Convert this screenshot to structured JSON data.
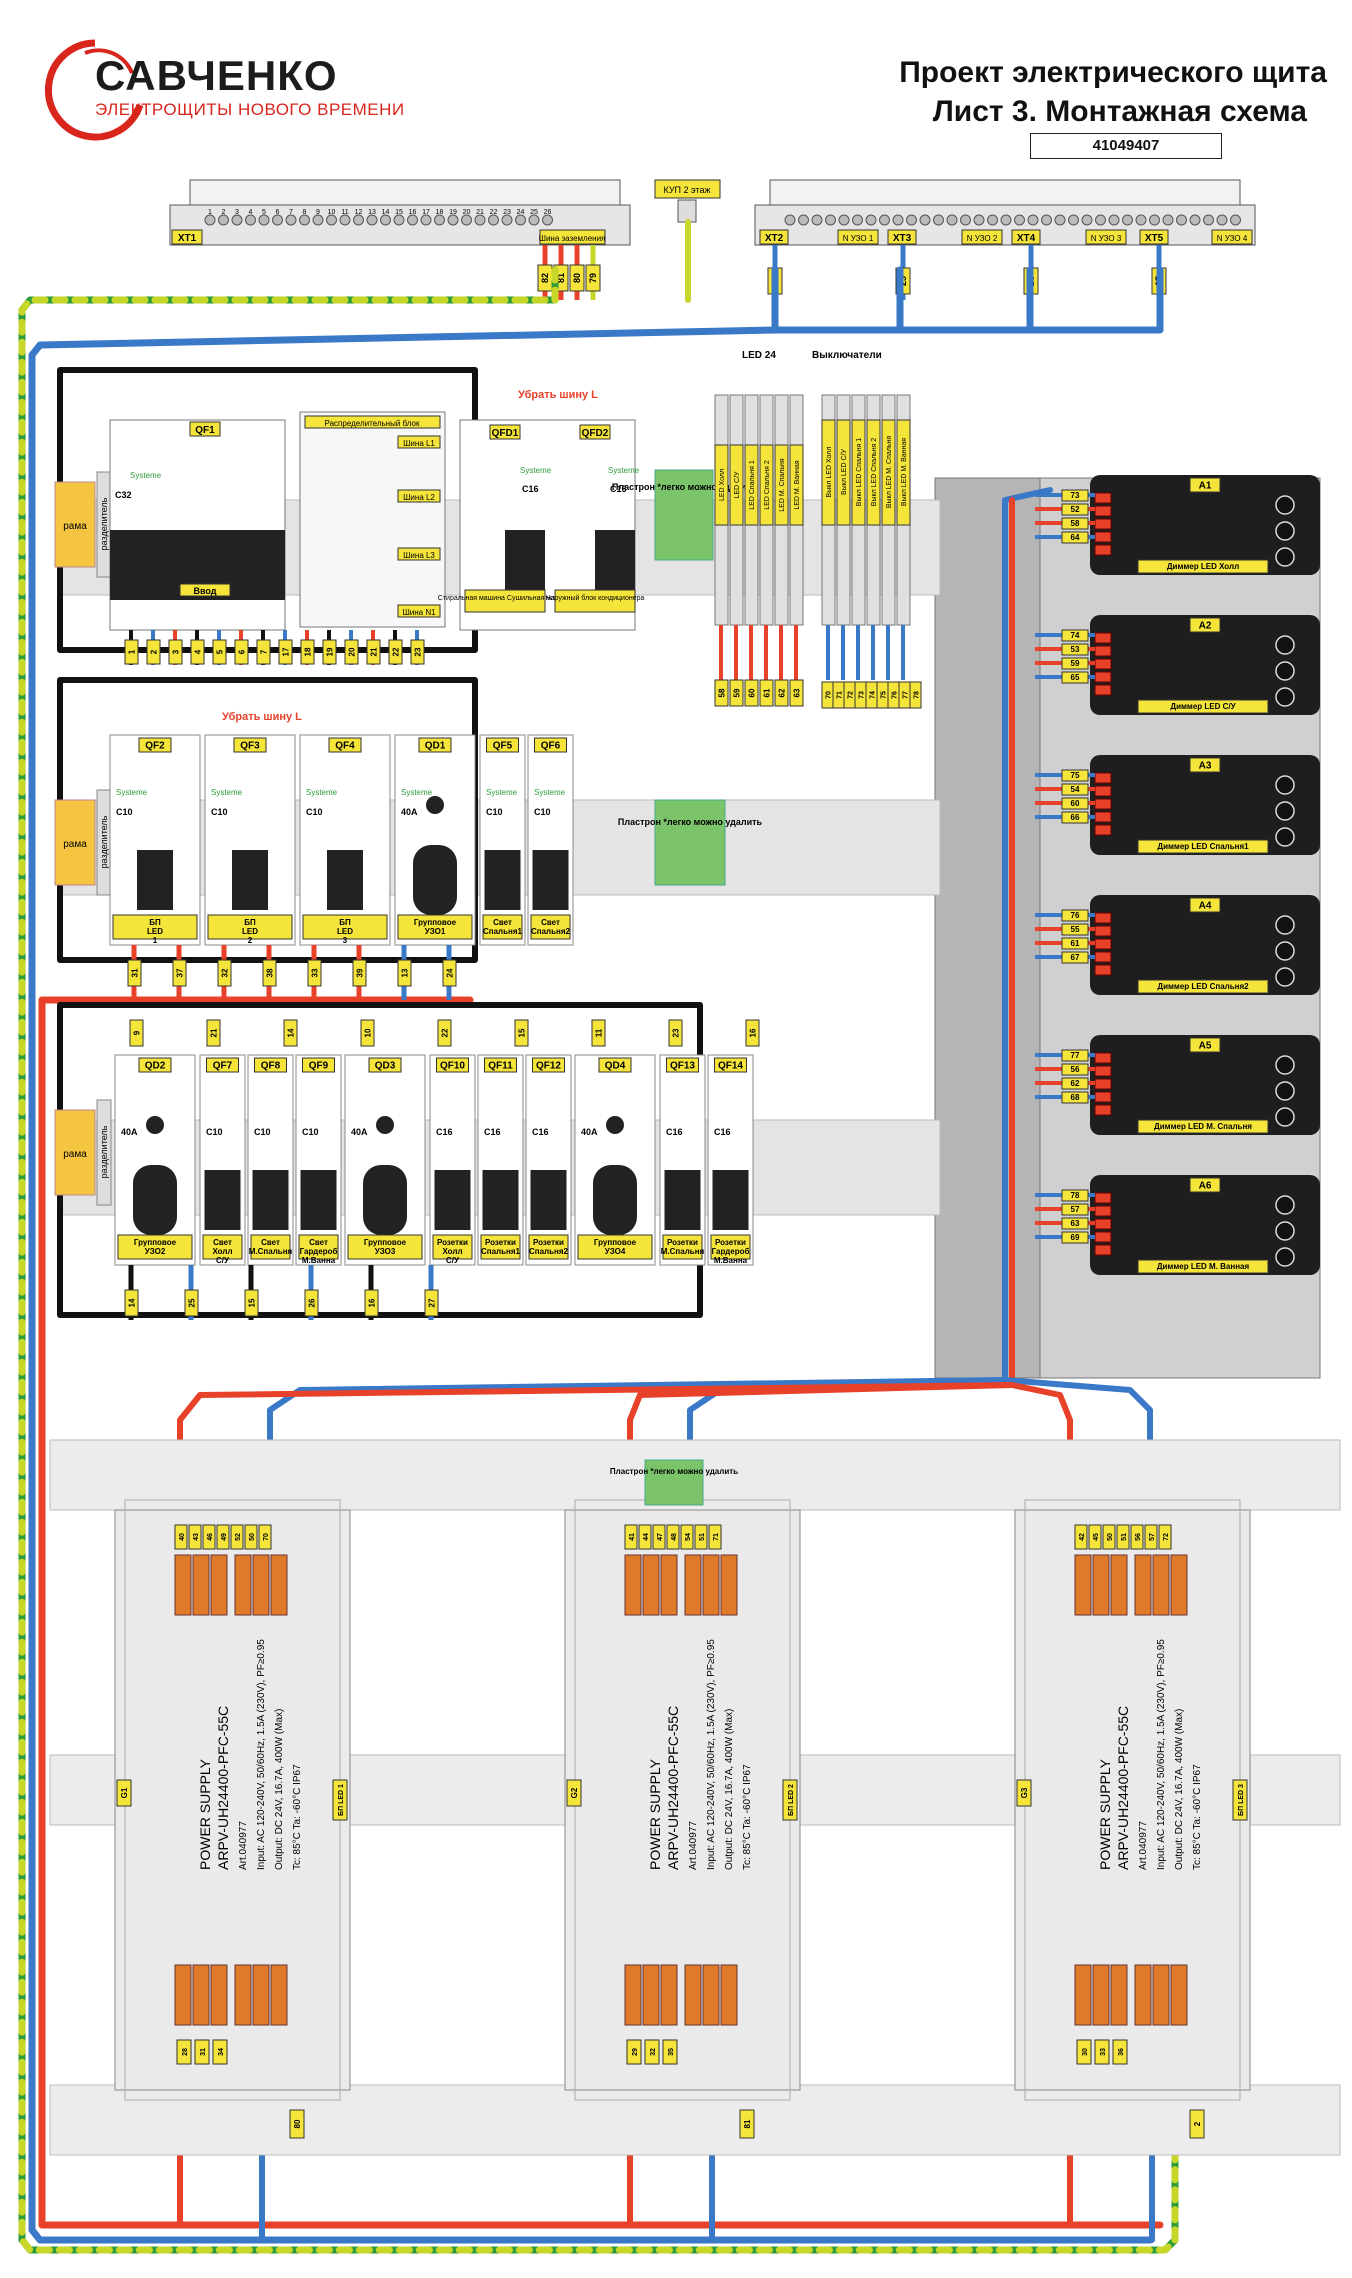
{
  "brand": {
    "name": "САВЧЕНКО",
    "tagline": "ЭЛЕКТРОЩИТЫ НОВОГО ВРЕМЕНИ"
  },
  "title": {
    "line1": "Проект электрического щита",
    "line2": "Лист 3. Монтажная схема",
    "project_no": "41049407"
  },
  "colors": {
    "red": "#e8412a",
    "blue": "#3a78c8",
    "black": "#111111",
    "green_yellow": "#c8d62a",
    "label": "#f5e53a",
    "frame": "#f5c542",
    "panel_dark": "#1e1e1e",
    "din_rail": "#b8b8b8"
  },
  "terminals": {
    "xt1": "XT1",
    "ground_bus": "Шина заземления",
    "kup": "КУП 2 этаж",
    "xt2": "XT2",
    "xt3": "XT3",
    "xt4": "XT4",
    "xt5": "XT5",
    "n_uzo1": "N УЗО 1",
    "n_uzo2": "N УЗО 2",
    "n_uzo3": "N УЗО 3",
    "n_uzo4": "N УЗО 4",
    "led24": "LED 24",
    "switches": "Выключатели",
    "xt1_nums": [
      "1",
      "2",
      "3",
      "4",
      "5",
      "6",
      "7",
      "8",
      "9",
      "10",
      "11",
      "12",
      "13",
      "14",
      "15",
      "16",
      "17",
      "18",
      "19",
      "20",
      "21",
      "22",
      "23",
      "24",
      "25",
      "26"
    ],
    "ground_wires": [
      "82",
      "81",
      "80",
      "79"
    ],
    "right_wires": [
      "24",
      "25",
      "26",
      "27"
    ]
  },
  "row1": {
    "frame": "рама",
    "separator": "разделитель",
    "qf1": {
      "tag": "QF1",
      "brand": "Systeme",
      "type": "C32",
      "label": "Ввод"
    },
    "dist_block": "Распределительный блок",
    "bus_labels": [
      "Шина L1",
      "Шина L2",
      "Шина L3",
      "Шина N1"
    ],
    "qfd1": {
      "tag": "QFD1",
      "brand": "Systeme",
      "type": "C16",
      "label": "Стиральная машина Сушильная машина"
    },
    "qfd2": {
      "tag": "QFD2",
      "brand": "Systeme",
      "type": "C16",
      "label": "Наружный блок кондиционера"
    },
    "remove_bus": "Убрать шину L",
    "plastron": "Пластрон *легко можно удалить",
    "led_terms": [
      "LED Холл",
      "LED С/У",
      "LED Спальня 1",
      "LED Спальня 2",
      "LED М. Спальня",
      "LED М. Ванная"
    ],
    "sw_terms": [
      "Выкл LED Холл",
      "Выкл LED С/У",
      "Выкл LED Спальня 1",
      "Выкл LED Спальня 2",
      "Выкл LED М. Спальня",
      "Выкл LED М. Ванная"
    ],
    "top_wires": [
      "58",
      "59",
      "60",
      "61",
      "62",
      "63"
    ],
    "bottom_wires": [
      "64",
      "65",
      "66",
      "67",
      "68",
      "69"
    ],
    "bot2_wires": [
      "70",
      "71",
      "72",
      "73",
      "74",
      "75",
      "76",
      "77",
      "78"
    ],
    "out_wires": [
      "1",
      "2",
      "3",
      "4",
      "5",
      "6",
      "7",
      "17",
      "18",
      "19",
      "20",
      "21",
      "22",
      "23"
    ]
  },
  "row2": {
    "qf2": {
      "tag": "QF2",
      "brand": "Systeme",
      "type": "C10",
      "label": "БП LED 1"
    },
    "qf3": {
      "tag": "QF3",
      "brand": "Systeme",
      "type": "C10",
      "label": "БП LED 2"
    },
    "qf4": {
      "tag": "QF4",
      "brand": "Systeme",
      "type": "C10",
      "label": "БП LED 3"
    },
    "qd1": {
      "tag": "QD1",
      "brand": "Systeme",
      "type": "40A",
      "label": "Групповое УЗО1"
    },
    "qf5": {
      "tag": "QF5",
      "brand": "Systeme",
      "type": "C10",
      "label": "Свет Спальня1"
    },
    "qf6": {
      "tag": "QF6",
      "brand": "Systeme",
      "type": "C10",
      "label": "Свет Спальня2"
    },
    "remove_bus": "Убрать шину L",
    "plastron": "Пластрон *легко можно удалить",
    "bottom_wires": [
      "31",
      "37",
      "32",
      "38",
      "33",
      "39",
      "13",
      "24"
    ]
  },
  "row3": {
    "qd2": {
      "tag": "QD2",
      "type": "40A",
      "label": "Групповое УЗО2"
    },
    "qf7": {
      "tag": "QF7",
      "type": "C10",
      "label": "Свет Холл С/У"
    },
    "qf8": {
      "tag": "QF8",
      "type": "C10",
      "label": "Свет М.Спальня"
    },
    "qf9": {
      "tag": "QF9",
      "type": "C10",
      "label": "Свет Гардероб М.Ванна"
    },
    "qd3": {
      "tag": "QD3",
      "type": "40A",
      "label": "Групповое УЗО3"
    },
    "qf10": {
      "tag": "QF10",
      "type": "C16",
      "label": "Розетки Холл С/У"
    },
    "qf11": {
      "tag": "QF11",
      "type": "C16",
      "label": "Розетки Спальня1"
    },
    "qf12": {
      "tag": "QF12",
      "type": "C16",
      "label": "Розетки Спальня2"
    },
    "qd4": {
      "tag": "QD4",
      "type": "40A",
      "label": "Групповое УЗО4"
    },
    "qf13": {
      "tag": "QF13",
      "type": "C16",
      "label": "Розетки М.Спальня"
    },
    "qf14": {
      "tag": "QF14",
      "type": "C16",
      "label": "Розетки Гардероб М.Ванна"
    },
    "top_wires": [
      "9",
      "21",
      "14",
      "10",
      "22",
      "15",
      "11",
      "23",
      "16"
    ],
    "bottom_wires": [
      "14",
      "25",
      "15",
      "26",
      "16",
      "27"
    ]
  },
  "dimmers": [
    {
      "tag": "A1",
      "label": "Диммер LED Холл",
      "wires": [
        "73",
        "52",
        "58",
        "64"
      ]
    },
    {
      "tag": "A2",
      "label": "Диммер LED С/У",
      "wires": [
        "74",
        "53",
        "59",
        "65"
      ]
    },
    {
      "tag": "A3",
      "label": "Диммер LED Спальня1",
      "wires": [
        "75",
        "54",
        "60",
        "66"
      ]
    },
    {
      "tag": "A4",
      "label": "Диммер LED Спальня2",
      "wires": [
        "76",
        "55",
        "61",
        "67"
      ]
    },
    {
      "tag": "A5",
      "label": "Диммер LED М. Спальня",
      "wires": [
        "77",
        "56",
        "62",
        "68"
      ]
    },
    {
      "tag": "A6",
      "label": "Диммер LED М. Ванная",
      "wires": [
        "78",
        "57",
        "63",
        "69"
      ]
    }
  ],
  "psus": [
    {
      "tag": "G1",
      "bp": "БП LED 1",
      "model": "ARPV-UH24400-PFC-55C",
      "art": "Art.040977",
      "title": "POWER SUPPLY",
      "spec1": "Input: AC 120-240V, 50/60Hz, 1.5A (230V), PF≥0.95",
      "spec2": "Output: DC 24V, 16.7A, 400W (Max)",
      "spec3": "Tc: 85°C Ta: -60°C IP67",
      "top_wires": [
        "40",
        "43",
        "46",
        "49",
        "52",
        "50",
        "70"
      ],
      "bot_wires": [
        "28",
        "31",
        "34"
      ]
    },
    {
      "tag": "G2",
      "bp": "БП LED 2",
      "model": "ARPV-UH24400-PFC-55C",
      "art": "Art.040977",
      "title": "POWER SUPPLY",
      "spec1": "Input: AC 120-240V, 50/60Hz, 1.5A (230V), PF≥0.95",
      "spec2": "Output: DC 24V, 16.7A, 400W (Max)",
      "spec3": "Tc: 85°C Ta: -60°C IP67",
      "top_wires": [
        "41",
        "44",
        "47",
        "48",
        "54",
        "51",
        "71"
      ],
      "bot_wires": [
        "29",
        "32",
        "35"
      ]
    },
    {
      "tag": "G3",
      "bp": "БП LED 3",
      "model": "ARPV-UH24400-PFC-55C",
      "art": "Art.040977",
      "title": "POWER SUPPLY",
      "spec1": "Input: AC 120-240V, 50/60Hz, 1.5A (230V), PF≥0.95",
      "spec2": "Output: DC 24V, 16.7A, 400W (Max)",
      "spec3": "Tc: 85°C Ta: -60°C IP67",
      "top_wires": [
        "42",
        "45",
        "50",
        "51",
        "56",
        "57",
        "72"
      ],
      "bot_wires": [
        "30",
        "33",
        "36"
      ]
    }
  ],
  "psu_frame": "рама",
  "psu_plastron": "Пластрон *легко можно удалить",
  "psu_bottom_tags": [
    "80",
    "81",
    "2"
  ]
}
